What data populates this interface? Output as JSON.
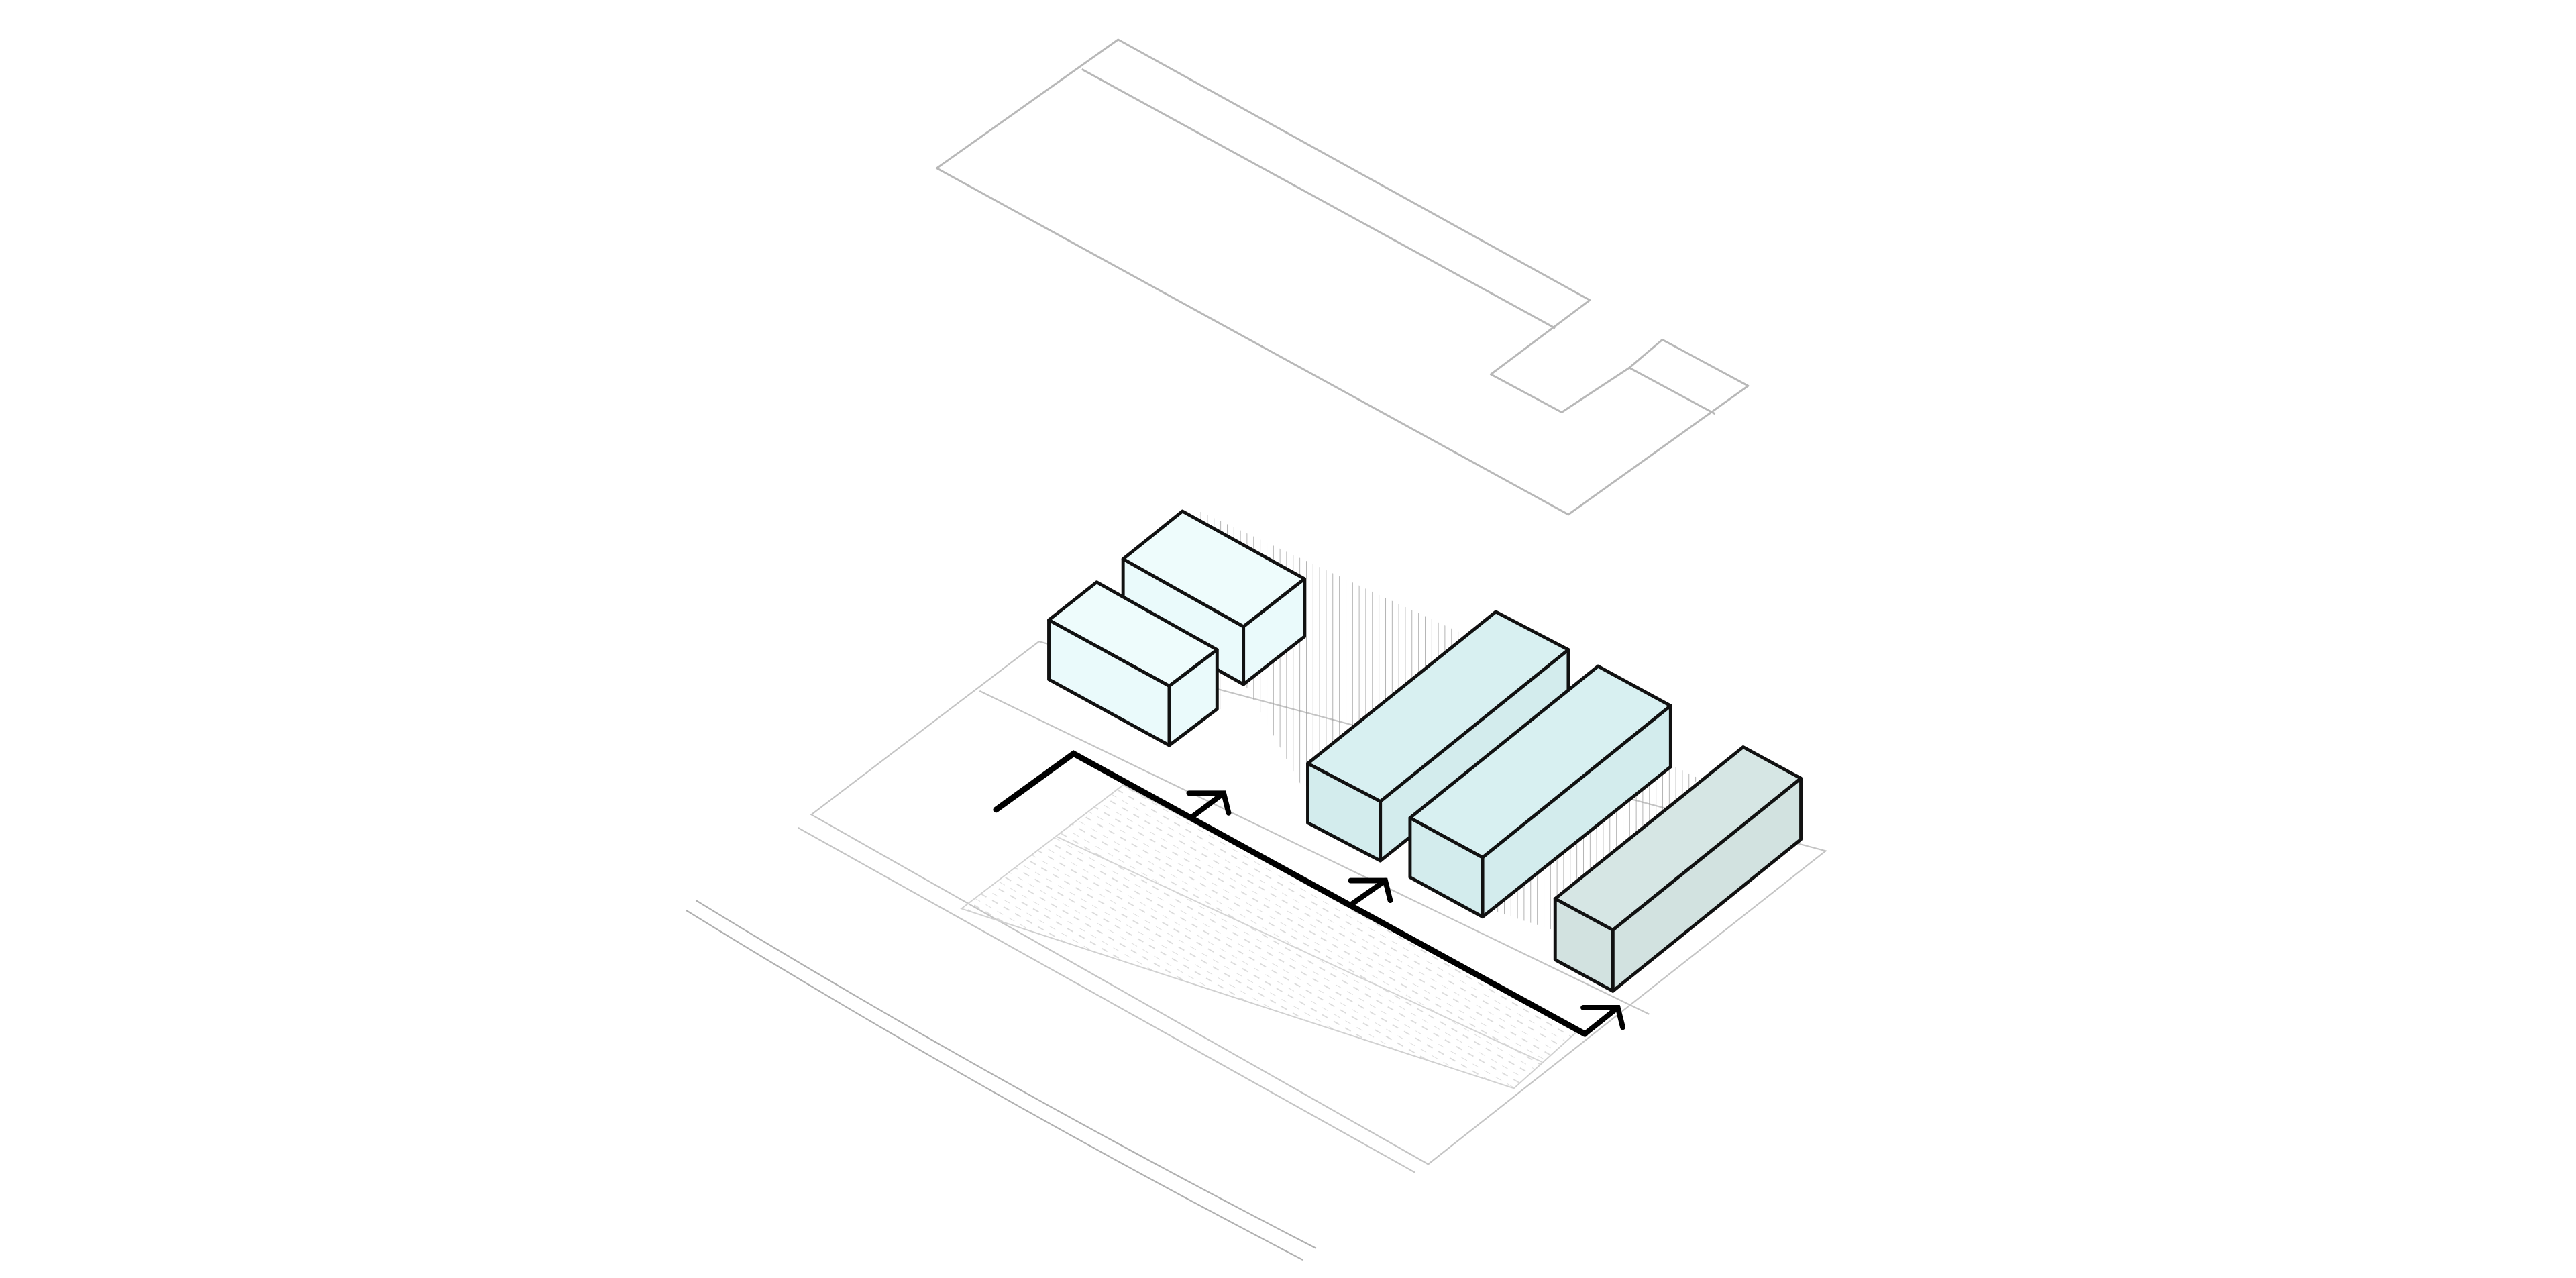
{
  "diagram": {
    "kind": "axonometric site massing",
    "colors": {
      "background": "#ffffff",
      "outline_dark": "#111111",
      "outline_light": "#b8b8b8",
      "outline_faint": "#cfcfcf",
      "hatch": "#9a9a9a",
      "paving": "#d9d9d9",
      "mass_light": "#eafafb",
      "mass_medium": "#d3eced",
      "mass_grey": "#d2e2e0",
      "arrow": "#000000"
    },
    "elements": [
      "upper-level-outline",
      "site-base-outline",
      "road-curve",
      "paved-zone",
      "courtyard-hatch",
      "small-block-rear",
      "small-block-front",
      "long-block-1",
      "long-block-2",
      "long-block-grey",
      "circulation-path",
      "entry-arrow-1",
      "entry-arrow-2",
      "entry-arrow-3"
    ]
  }
}
